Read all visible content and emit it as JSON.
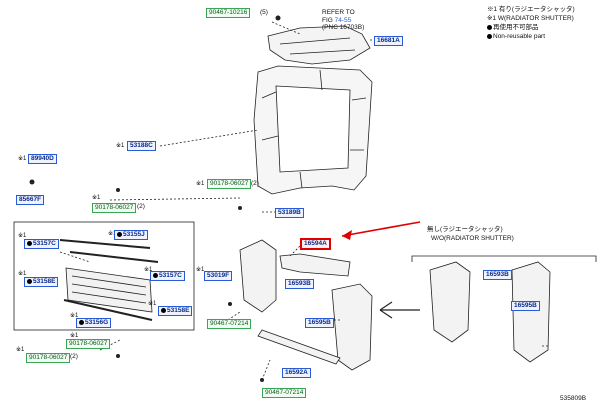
{
  "legend": {
    "line1": "※1 有り(ラジエータシャッタ)",
    "line2": "※1 W(RADIATOR SHUTTER)",
    "line3": "再使用不可部品",
    "line4": "Non-reusable part"
  },
  "refer": {
    "line1": "REFER TO",
    "fig_prefix": "FIG",
    "fig_number": "74-55",
    "line3": "(PNC 16703B)"
  },
  "without_label": {
    "jp": "無し(ラジエータシャッタ)",
    "en": "W/O(RADIATOR SHUTTER)"
  },
  "star_mark": "※1",
  "parts": {
    "p16681A": "16681A",
    "p90467_10216": "90467-10216",
    "p90467_10216_qty": "(5)",
    "p53188C": "53188C",
    "p90178_06027_a": "90178-06027",
    "p90178_06027_a_qty": "(2)",
    "p90178_06027_b": "90178-06027",
    "p90178_06027_b_qty": "(2)",
    "p90178_06027_c": "90178-06027",
    "p90178_06027_d": "90178-06027",
    "p90178_06027_d_qty": "(2)",
    "p53189B": "53189B",
    "p16594A": "16594A",
    "p89940D": "89940D",
    "p85667F": "85667F",
    "p53157C_a": "53157C",
    "p53155J": "53155J",
    "p53157C_b": "53157C",
    "p53019F": "53019F",
    "p53158E_a": "53158E",
    "p53158E_b": "53158E",
    "p16593B_a": "16593B",
    "p16593B_b": "16593B",
    "p53156G": "53156G",
    "p90467_07214_a": "90467-07214",
    "p90467_07214_b": "90467-07214",
    "p16595B_a": "16595B",
    "p16595B_b": "16595B",
    "p16592A": "16592A"
  },
  "figure_id": "535809B",
  "colors": {
    "part_box_blue": "#2a5bd7",
    "part_box_green": "#3aa655",
    "highlight_red": "#e00000",
    "line": "#222222"
  }
}
